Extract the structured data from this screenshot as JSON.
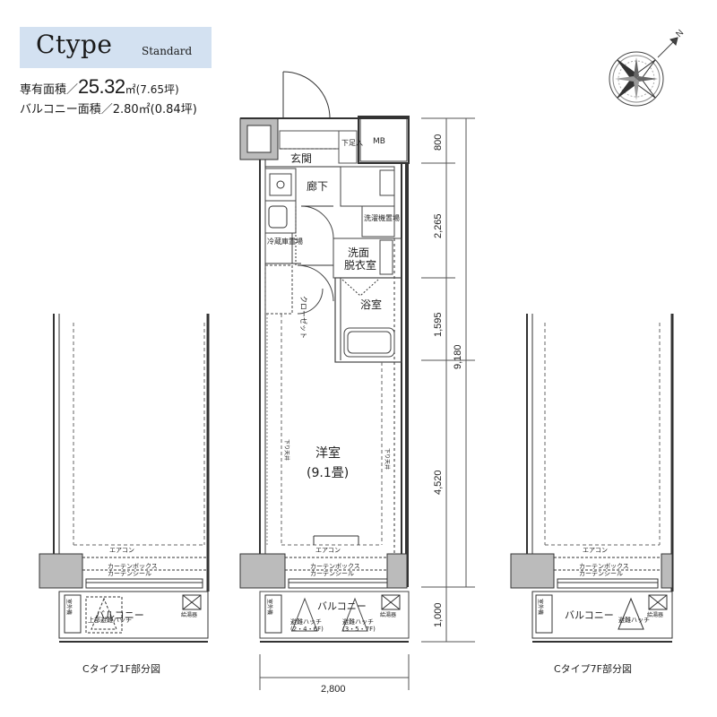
{
  "header": {
    "type_label": "Ctype",
    "grade_label": "Standard",
    "private_area_label": "専有面積／",
    "private_area_value": "25.32",
    "private_area_unit": "㎡(7.65坪)",
    "balcony_area_label": "バルコニー面積／2.80㎡(0.84坪)"
  },
  "rooms": {
    "entrance": "玄関",
    "shoe_box": "下足入",
    "mb": "MB",
    "hallway": "廊下",
    "fridge": "冷蔵庫置場",
    "washer": "洗濯機置場",
    "washroom_1": "洗面",
    "washroom_2": "脱衣室",
    "bath": "浴室",
    "closet": "クローゼット",
    "western_1": "洋室",
    "western_2": "(9.1畳)",
    "balcony": "バルコニー"
  },
  "annotations": {
    "aircon": "エアコン",
    "curtain_box": "カーテンボックス",
    "curtain_seal": "カーテンシール",
    "lower_ceiling": "下り天井",
    "hatch_1": "避難ハッチ",
    "hatch_1_floors": "(2・4・6F)",
    "hatch_2": "避難ハッチ",
    "hatch_2_floors": "(3・5・7F)",
    "upper_hatch": "上部避難ハッチ",
    "outdoor_unit": "室外機",
    "water_heater": "給湯器"
  },
  "dimensions": {
    "d800": "800",
    "d2265": "2,265",
    "d1595": "1,595",
    "d4520": "4,520",
    "d1000": "1,000",
    "d9180": "9,180",
    "d2800": "2,800"
  },
  "compass": {
    "north_label": "N"
  },
  "captions": {
    "left": "Cタイプ1F部分図",
    "right": "Cタイプ7F部分図"
  }
}
